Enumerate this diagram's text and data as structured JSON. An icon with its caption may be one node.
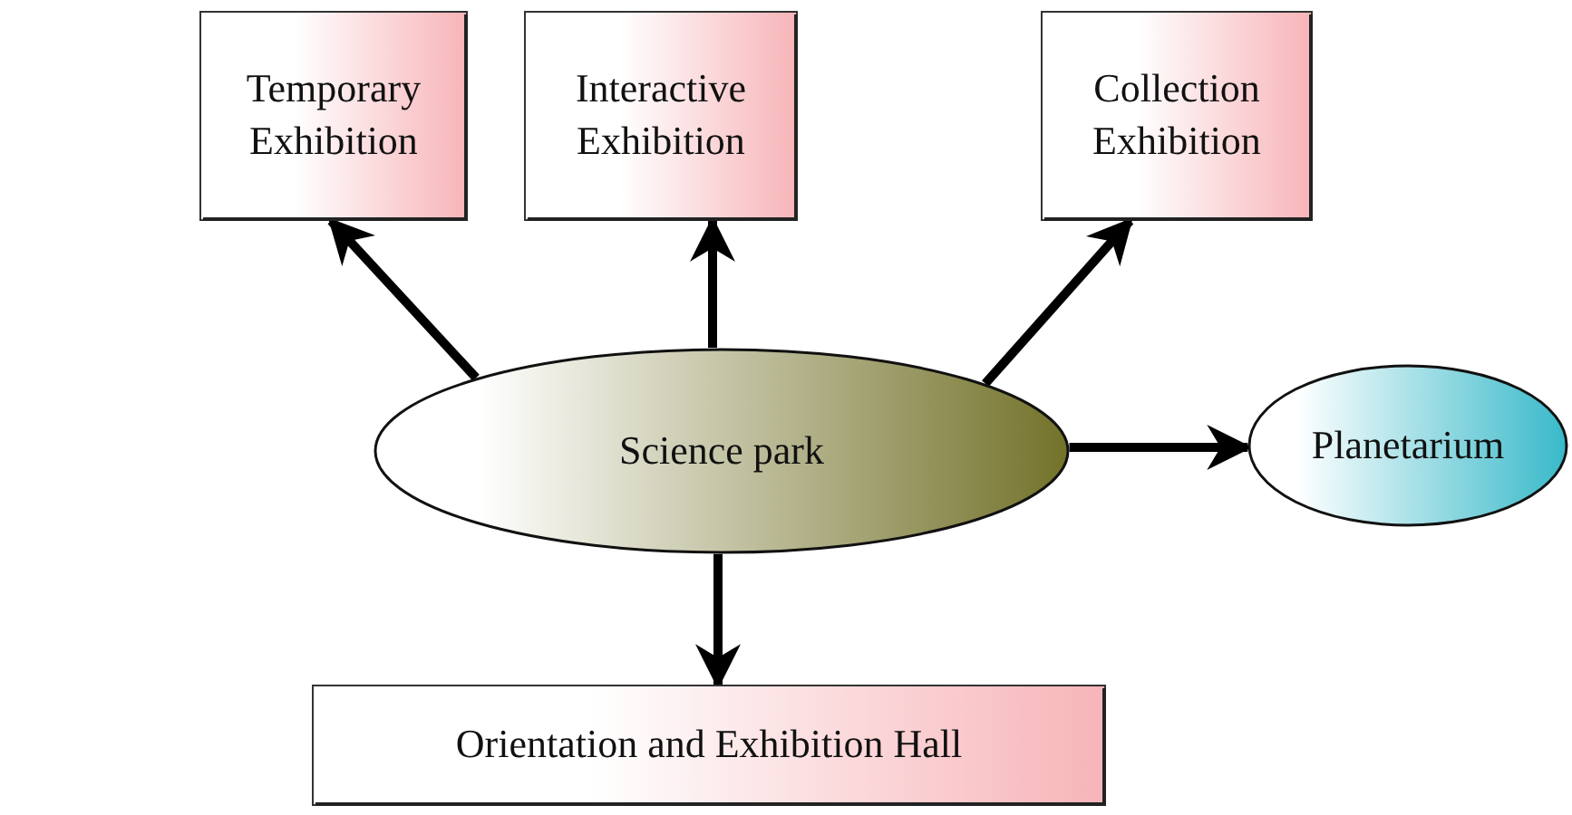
{
  "diagram": {
    "nodes": [
      {
        "text": [
          "Temporary Exhibition"
        ]
      },
      {
        "text": [
          "Interactive Exhibition"
        ]
      },
      {
        "text": [
          "Collection Exhibition"
        ]
      },
      {
        "text": [
          "Science park"
        ]
      },
      {
        "text": [
          "Planetarium"
        ]
      },
      {
        "text": [
          "Orientation and Exhibition Hall"
        ]
      }
    ],
    "edges": [
      {
        "from": 3,
        "to": 0,
        "arrow": "to"
      },
      {
        "from": 3,
        "to": 1,
        "arrow": "to"
      },
      {
        "from": 3,
        "to": 2,
        "arrow": "to"
      },
      {
        "from": 3,
        "to": 4,
        "arrow": "to"
      },
      {
        "from": 3,
        "to": 5,
        "arrow": "to"
      }
    ]
  }
}
